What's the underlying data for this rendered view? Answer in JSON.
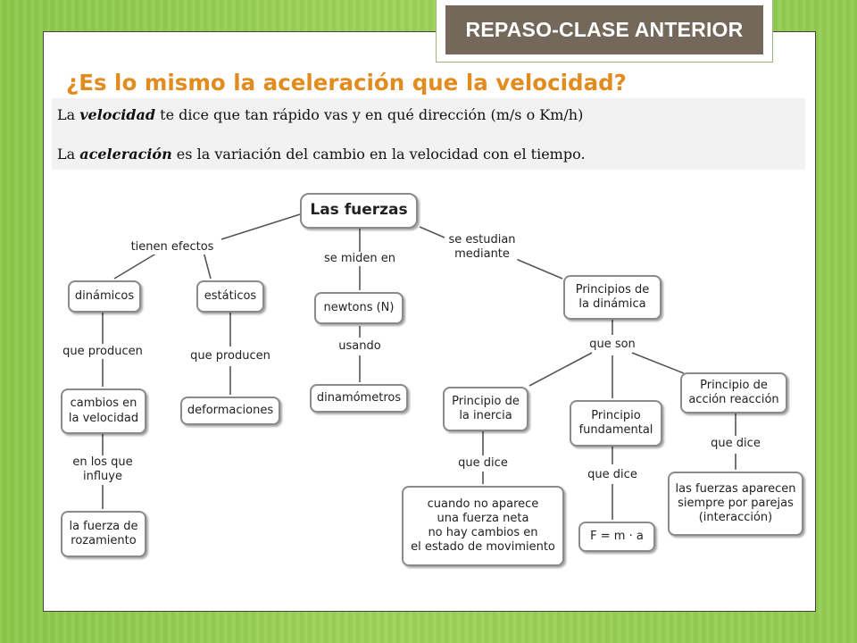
{
  "header": {
    "tag": "REPASO-CLASE ANTERIOR"
  },
  "question": "¿Es lo mismo la aceleración que la velocidad?",
  "definitions": [
    {
      "prefix": "La ",
      "term": "velocidad",
      "rest": " te dice que tan rápido vas y en qué dirección (m/s o Km/h)"
    },
    {
      "prefix": "La ",
      "term": "aceleración",
      "rest": " es la variación del cambio en la velocidad con el tiempo."
    }
  ],
  "concept_map": {
    "root": "Las fuerzas",
    "links": {
      "tienen_efectos": "tienen efectos",
      "se_miden_en": "se miden en",
      "se_estudian": "se estudian\nmediante",
      "que_producen_1": "que producen",
      "que_producen_2": "que producen",
      "usando": "usando",
      "en_los_que": "en los que\ninfluye",
      "que_son": "que son",
      "que_dice_1": "que dice",
      "que_dice_2": "que dice",
      "que_dice_3": "que dice"
    },
    "nodes": {
      "dinamicos": "dinámicos",
      "estaticos": "estáticos",
      "newtons": "newtons (N)",
      "principios": "Principios de\nla dinámica",
      "cambios": "cambios en\nla velocidad",
      "deformaciones": "deformaciones",
      "dinamometros": "dinamómetros",
      "inercia": "Principio de\nla inercia",
      "fundamental": "Principio\nfundamental",
      "accion": "Principio de\nacción reacción",
      "rozamiento": "la fuerza de\nrozamiento",
      "no_aparece": "cuando no aparece\nuna fuerza neta\nno hay cambios en\nel estado de movimiento",
      "formula": "F = m · a",
      "parejas": "las fuerzas aparecen\nsiempre por parejas\n(interacción)"
    }
  }
}
